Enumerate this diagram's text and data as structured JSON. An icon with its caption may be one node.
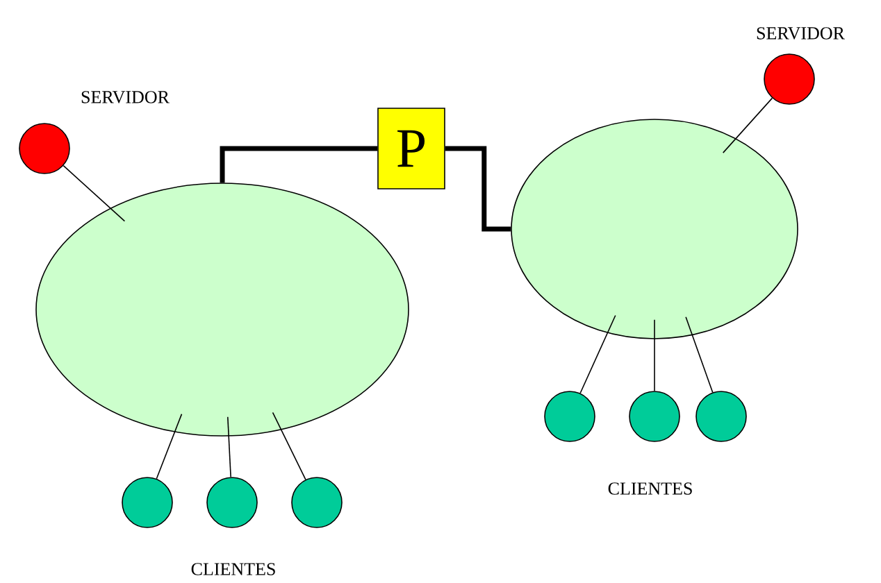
{
  "diagram": {
    "nodes": [
      {
        "text": [],
        "shape": "circle",
        "beside": [
          "SERVIDOR"
        ]
      },
      {
        "text": [],
        "shape": "ellipse"
      },
      {
        "text": [
          "P"
        ]
      },
      {
        "text": [],
        "shape": "circle",
        "beside": [
          "SERVIDOR"
        ]
      },
      {
        "text": [],
        "shape": "ellipse"
      },
      {
        "text": [],
        "shape": "circle"
      },
      {
        "text": [],
        "shape": "circle"
      },
      {
        "text": [],
        "shape": "circle"
      },
      {
        "text": [],
        "shape": "circle"
      },
      {
        "text": [],
        "shape": "circle"
      },
      {
        "text": [],
        "shape": "circle"
      }
    ],
    "edges": [
      {
        "from": 0,
        "to": 1,
        "arrow": "none"
      },
      {
        "from": 1,
        "to": 2,
        "arrow": "none",
        "style": "thick"
      },
      {
        "from": 2,
        "to": 4,
        "arrow": "none",
        "style": "thick"
      },
      {
        "from": 3,
        "to": 4,
        "arrow": "none"
      },
      {
        "from": 5,
        "to": 1,
        "arrow": "none"
      },
      {
        "from": 6,
        "to": 1,
        "arrow": "none"
      },
      {
        "from": 7,
        "to": 1,
        "arrow": "none"
      },
      {
        "from": 8,
        "to": 4,
        "arrow": "none"
      },
      {
        "from": 9,
        "to": 4,
        "arrow": "none"
      },
      {
        "from": 10,
        "to": 4,
        "arrow": "none"
      }
    ],
    "labels": [
      "CLIENTES",
      "CLIENTES"
    ]
  }
}
